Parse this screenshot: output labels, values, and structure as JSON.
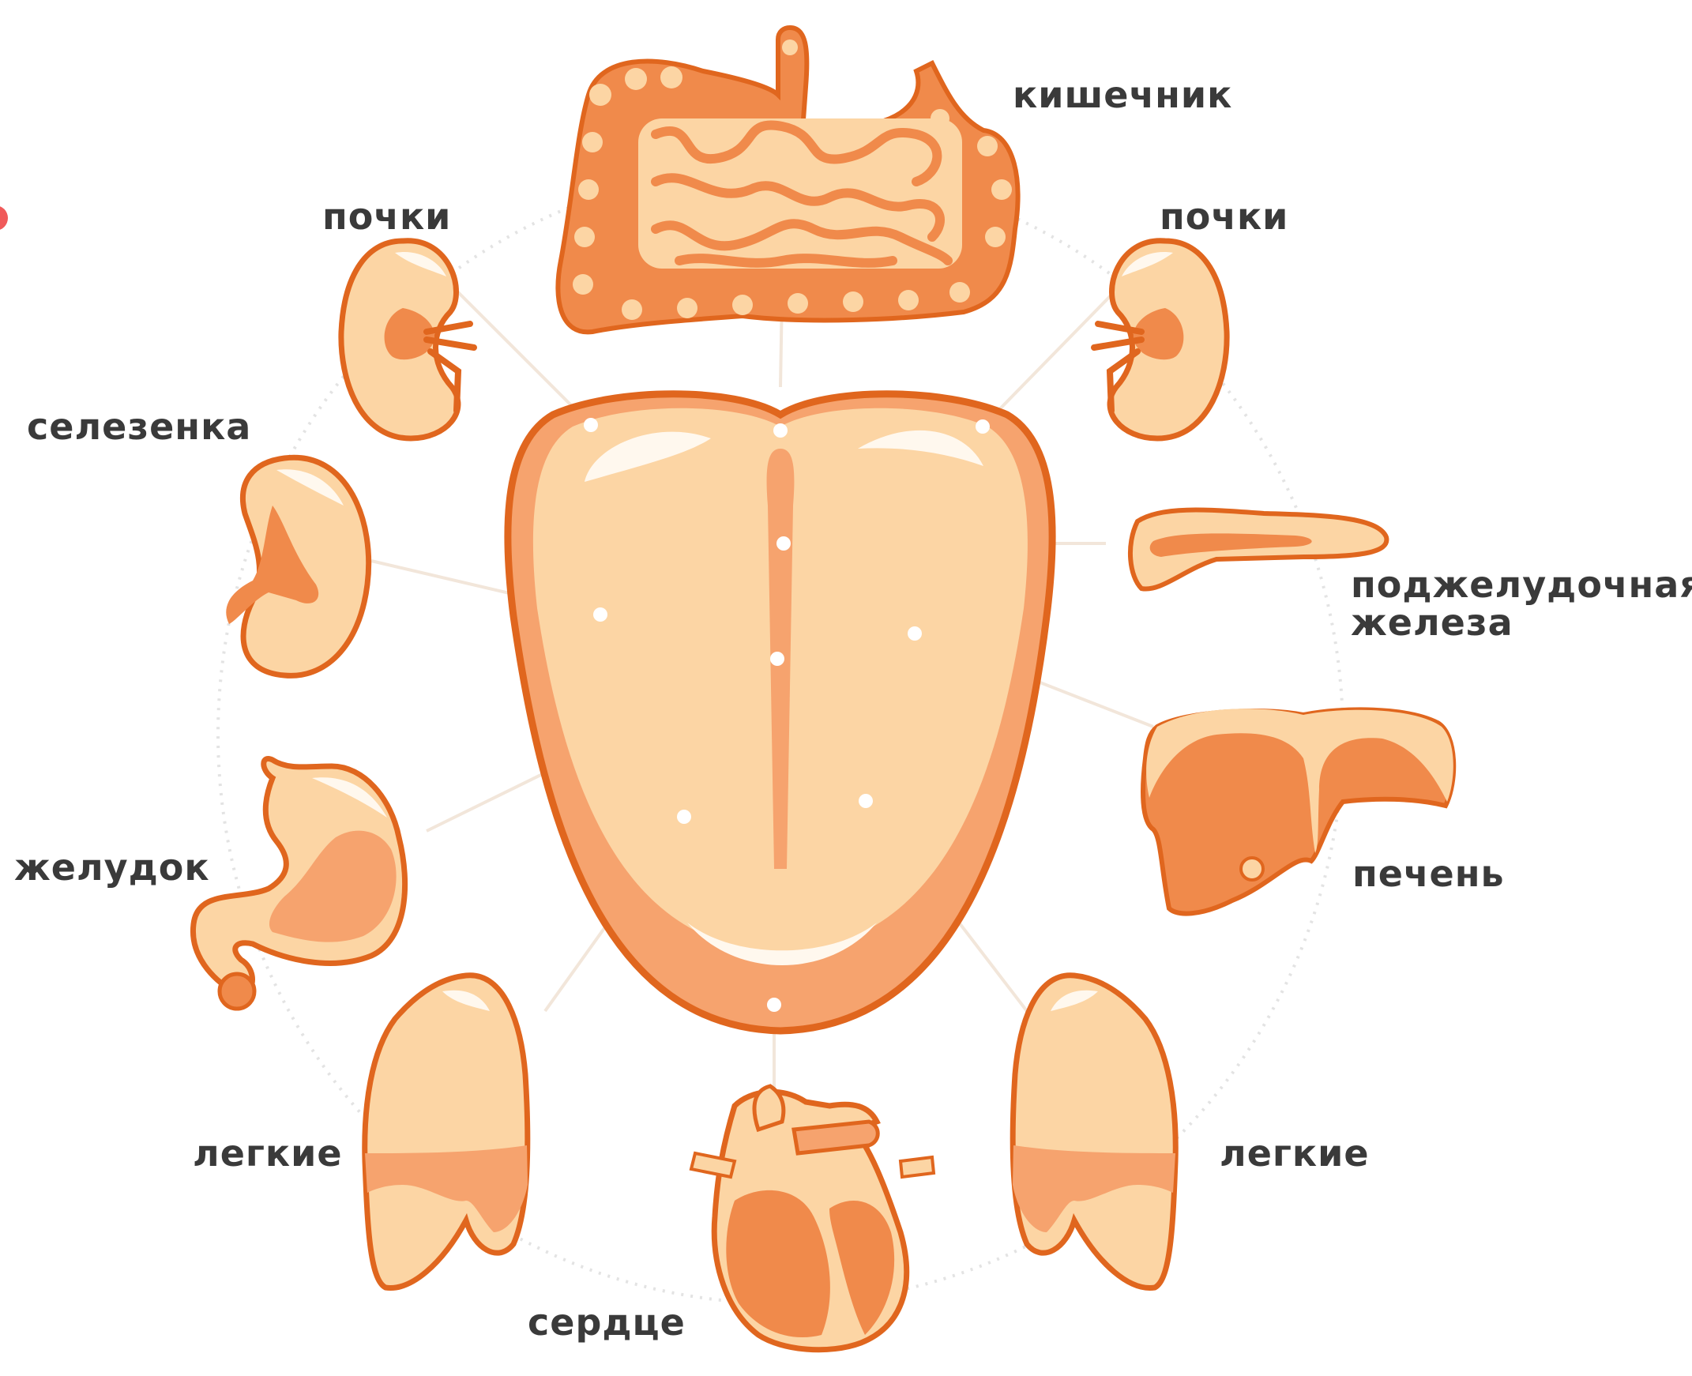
{
  "labels": {
    "intestine": "кишечник",
    "kidneys_left": "почки",
    "kidneys_right": "почки",
    "spleen": "селезенка",
    "pancreas_line1": "поджелудочная",
    "pancreas_line2": "железа",
    "stomach": "желудок",
    "liver": "печень",
    "lungs_left": "легкие",
    "lungs_right": "легкие",
    "heart": "сердце"
  },
  "colors": {
    "outline": "#e0661e",
    "dark_orange": "#f08a4b",
    "mid_orange": "#f6a36e",
    "light_orange": "#fcd5a4",
    "highlight": "#fff8ee",
    "connector": "#f2e6da",
    "ring": "#e3e3e3",
    "text": "#3a3a3a",
    "red_mark": "#f05a5a"
  },
  "icons": {
    "tongue": "tongue-icon",
    "intestine": "intestine-icon",
    "kidney": "kidney-icon",
    "spleen": "spleen-icon",
    "pancreas": "pancreas-icon",
    "stomach": "stomach-icon",
    "liver": "liver-icon",
    "lung": "lung-icon",
    "heart": "heart-icon"
  }
}
